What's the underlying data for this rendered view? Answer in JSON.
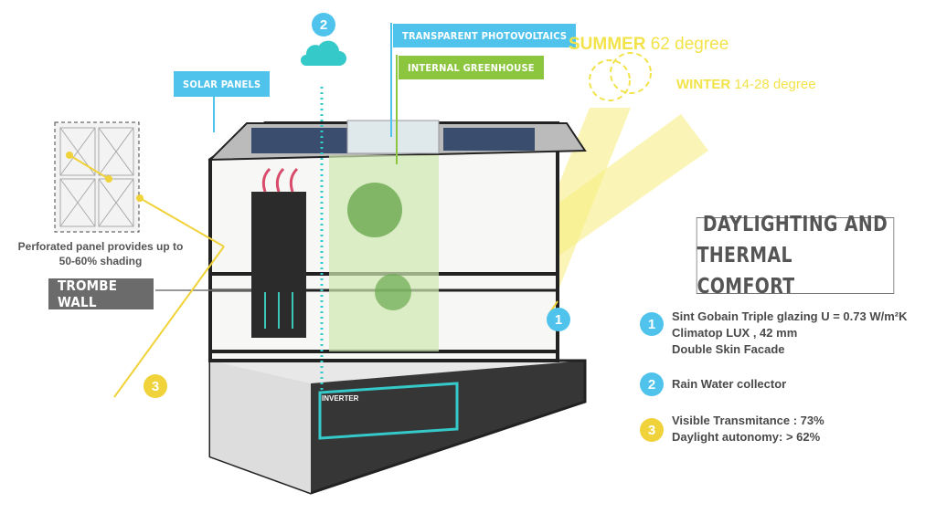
{
  "labels": {
    "solar_panels": "SOLAR PANELS",
    "transparent_pv": "TRANSPARENT PHOTOVOLTAICS",
    "internal_greenhouse": "INTERNAL GREENHOUSE",
    "trombe_wall": "TROMBE WALL",
    "inverter": "INVERTER",
    "perforated_panel": "Perforated panel provides up to",
    "perforated_panel_2": "50-60% shading"
  },
  "sun": {
    "summer_label": "SUMMER",
    "summer_value": "62 degree",
    "winter_label": "WINTER",
    "winter_value": "14-28  degree"
  },
  "title": {
    "line1": "DAYLIGHTING AND",
    "line2": "THERMAL COMFORT"
  },
  "legend": [
    {
      "num": "1",
      "lines": [
        "Sint Gobain Triple glazing  U = 0.73 W/m²K",
        "Climatop LUX , 42 mm",
        "Double Skin Facade"
      ]
    },
    {
      "num": "2",
      "lines": [
        "Rain Water collector"
      ]
    },
    {
      "num": "3",
      "lines": [
        "Visible Transmitance : 73%",
        "Daylight autonomy: >  62%"
      ]
    }
  ],
  "markers": {
    "rain": "2",
    "facade": "1",
    "transmit": "3"
  },
  "colors": {
    "blue": "#4fc3ec",
    "green": "#8cc63f",
    "yellow": "#f0d23a",
    "gray": "#6b6b6b"
  }
}
